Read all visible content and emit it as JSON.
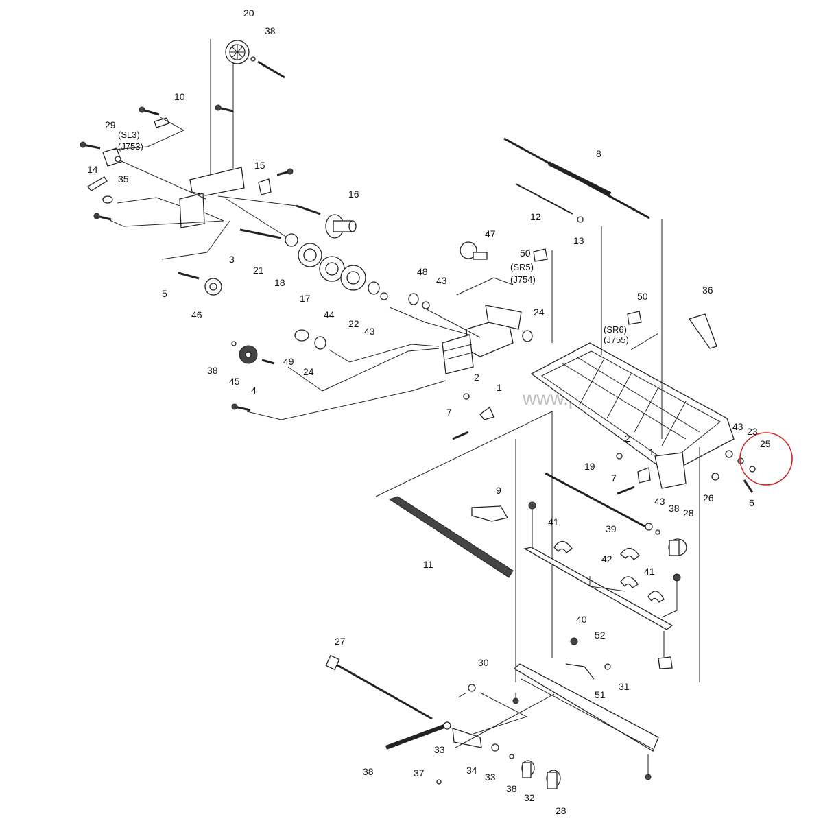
{
  "diagram": {
    "watermark": "www.printcopy.info",
    "highlighted_part": "25",
    "highlight_color": "#cc2222",
    "connectors": {
      "sl3": "(SL3)",
      "j753": "(J753)",
      "sr5": "(SR5)",
      "j754": "(J754)",
      "sr6": "(SR6)",
      "j755": "(J755)"
    },
    "callouts": [
      "20",
      "38",
      "10",
      "29",
      "15",
      "14",
      "35",
      "16",
      "3",
      "21",
      "18",
      "5",
      "46",
      "17",
      "44",
      "22",
      "43",
      "48",
      "43",
      "47",
      "50",
      "13",
      "12",
      "8",
      "24",
      "36",
      "50",
      "38",
      "45",
      "4",
      "49",
      "24",
      "2",
      "1",
      "7",
      "2",
      "1",
      "7",
      "43",
      "23",
      "25",
      "26",
      "6",
      "19",
      "9",
      "11",
      "43",
      "38",
      "28",
      "41",
      "39",
      "42",
      "41",
      "40",
      "27",
      "52",
      "30",
      "31",
      "51",
      "38",
      "33",
      "37",
      "34",
      "33",
      "38",
      "32",
      "28"
    ]
  }
}
